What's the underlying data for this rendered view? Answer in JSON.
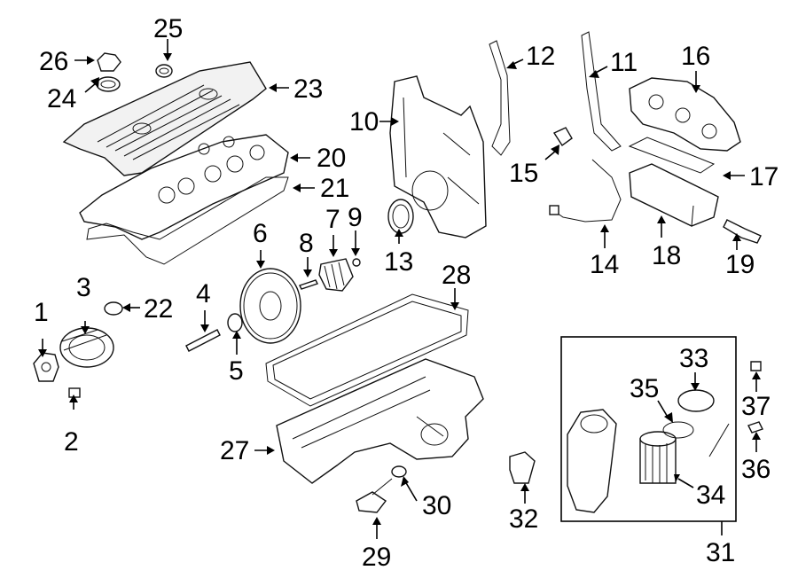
{
  "callouts": [
    "1",
    "2",
    "3",
    "4",
    "5",
    "6",
    "7",
    "8",
    "9",
    "10",
    "11",
    "12",
    "13",
    "14",
    "15",
    "16",
    "17",
    "18",
    "19",
    "20",
    "21",
    "22",
    "23",
    "24",
    "25",
    "26",
    "27",
    "28",
    "29",
    "30",
    "31",
    "32",
    "33",
    "34",
    "35",
    "36",
    "37"
  ],
  "colors": {
    "line": "#000000",
    "background": "#ffffff",
    "shade": "#f2f2f2"
  }
}
